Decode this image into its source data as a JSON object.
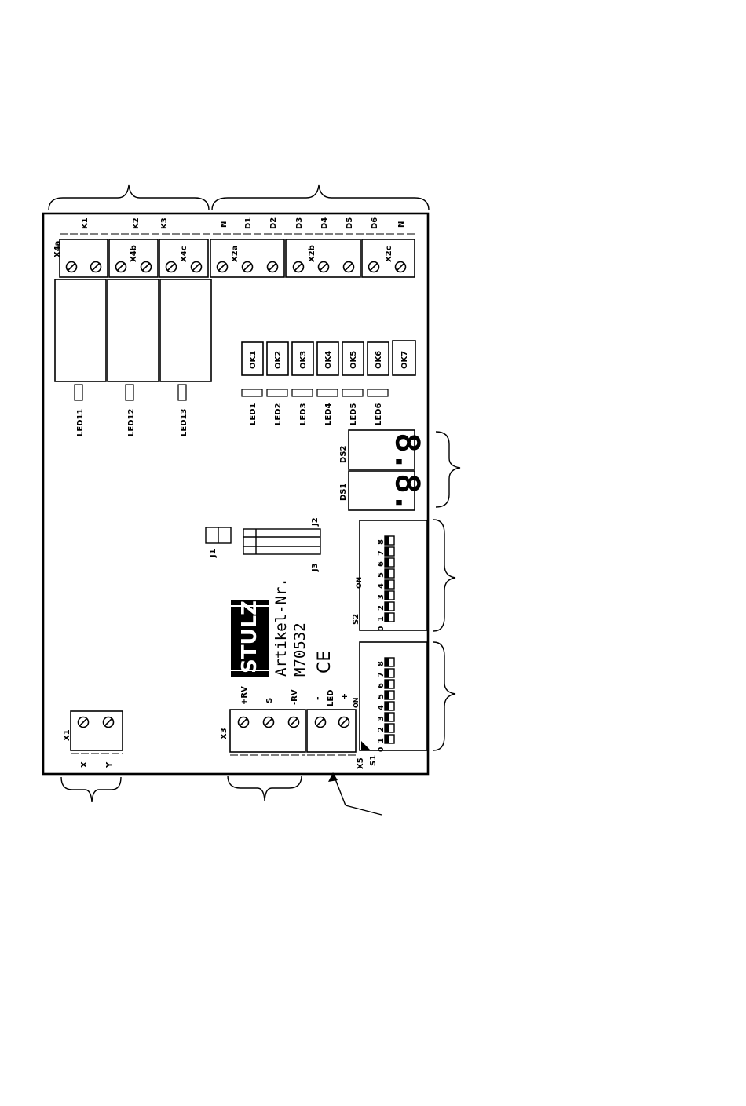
{
  "colors": {
    "ink": "#000000",
    "paper": "#ffffff"
  },
  "terminals_top": {
    "x4a": "X4a",
    "x4b": "X4b",
    "x4c": "X4c",
    "x2a": "X2a",
    "x2b": "X2b",
    "x2c": "X2c",
    "pins": [
      "K1",
      "K2",
      "K3",
      "N",
      "D1",
      "D2",
      "D3",
      "D4",
      "D5",
      "D6",
      "N"
    ]
  },
  "optocouplers": [
    "OK1",
    "OK2",
    "OK3",
    "OK4",
    "OK5",
    "OK6",
    "OK7"
  ],
  "leds": [
    "LED1",
    "LED2",
    "LED3",
    "LED4",
    "LED5",
    "LED6"
  ],
  "relay_leds": [
    "LED11",
    "LED12",
    "LED13"
  ],
  "displays": {
    "ds1": "DS1",
    "ds2": "DS2",
    "digit_glyph": "8."
  },
  "jumpers": {
    "j1": "J1",
    "j2": "J2",
    "j3": "J3"
  },
  "dip_switches": {
    "s1": "S1",
    "s2": "S2",
    "on": "ON",
    "zero": "0",
    "positions": [
      "1",
      "2",
      "3",
      "4",
      "5",
      "6",
      "7",
      "8"
    ]
  },
  "label_plate": {
    "brand": "STULZ",
    "article_label": "Artikel-Nr.",
    "article_number": "M70532",
    "ce_mark": "CE"
  },
  "bottom_terminals": {
    "x1": "X1",
    "x1_pins": [
      "X",
      "Y"
    ],
    "x3": "X3",
    "x3_pins": [
      "+RV",
      "S",
      "-RV"
    ],
    "x5": "X5",
    "x5_pins": [
      "-",
      "LED",
      "+"
    ],
    "x5_on": "ON"
  }
}
